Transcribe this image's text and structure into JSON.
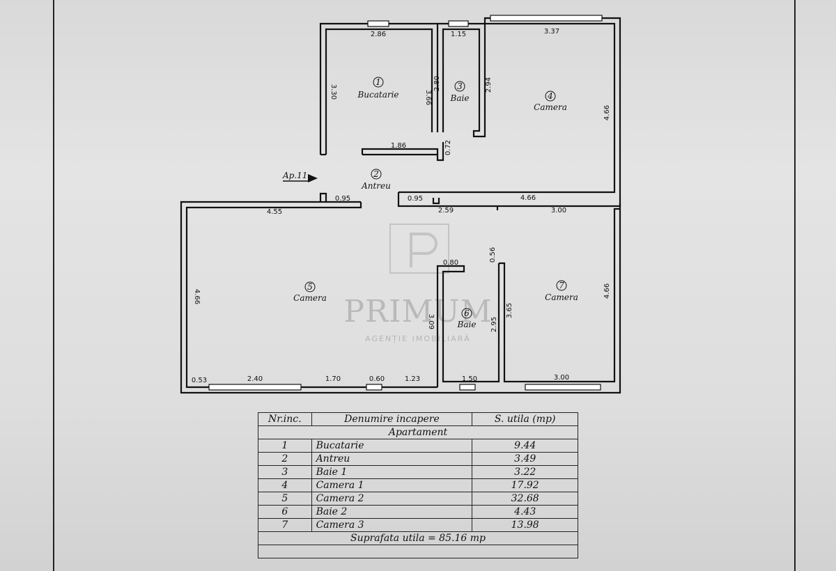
{
  "plan": {
    "apartment_marker": "Ap.11",
    "rooms": [
      {
        "num": "1",
        "name": "Bucatarie"
      },
      {
        "num": "2",
        "name": "Antreu"
      },
      {
        "num": "3",
        "name": "Baie"
      },
      {
        "num": "4",
        "name": "Camera"
      },
      {
        "num": "5",
        "name": "Camera"
      },
      {
        "num": "6",
        "name": "Baie"
      },
      {
        "num": "7",
        "name": "Camera"
      }
    ],
    "dimensions": [
      "2.86",
      "1.15",
      "3.37",
      "3.30",
      "3.66",
      "2.80",
      "2.94",
      "4.66",
      "1.86",
      "0.72",
      "0.95",
      "4.55",
      "0.95",
      "2.59",
      "4.66",
      "3.00",
      "0.56",
      "0.80",
      "4.66",
      "3.09",
      "2.95",
      "3.65",
      "4.66",
      "0.53",
      "2.40",
      "1.70",
      "0.60",
      "1.23",
      "1.50",
      "3.00"
    ]
  },
  "watermark": {
    "title": "PRIMUM",
    "subtitle": "AGENȚIE IMOBILIARĂ"
  },
  "table": {
    "headers": [
      "Nr.inc.",
      "Denumire incapere",
      "S. utila (mp)"
    ],
    "section_title": "Apartament",
    "rows": [
      {
        "nr": "1",
        "name": "Bucatarie",
        "area": "9.44"
      },
      {
        "nr": "2",
        "name": "Antreu",
        "area": "3.49"
      },
      {
        "nr": "3",
        "name": "Baie 1",
        "area": "3.22"
      },
      {
        "nr": "4",
        "name": "Camera 1",
        "area": "17.92"
      },
      {
        "nr": "5",
        "name": "Camera 2",
        "area": "32.68"
      },
      {
        "nr": "6",
        "name": "Baie 2",
        "area": "4.43"
      },
      {
        "nr": "7",
        "name": "Camera 3",
        "area": "13.98"
      }
    ],
    "total": "Suprafata utila = 85.16 mp"
  }
}
